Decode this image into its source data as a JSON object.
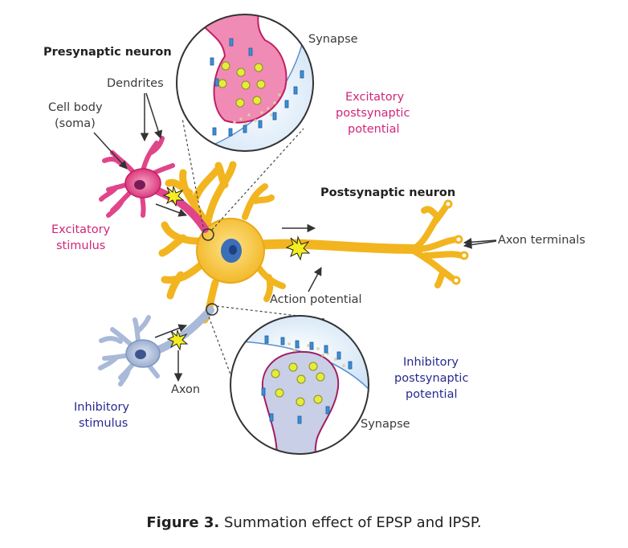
{
  "labels": {
    "presynaptic_neuron": "Presynaptic neuron",
    "dendrites": "Dendrites",
    "cell_body_line1": "Cell body",
    "cell_body_line2": "(soma)",
    "excitatory_stimulus_line1": "Excitatory",
    "excitatory_stimulus_line2": "stimulus",
    "synapse_top": "Synapse",
    "epsp_line1": "Excitatory",
    "epsp_line2": "postsynaptic",
    "epsp_line3": "potential",
    "postsynaptic_neuron": "Postsynaptic neuron",
    "axon_terminals": "Axon terminals",
    "action_potential": "Action potential",
    "axon": "Axon",
    "inhibitory_stimulus_line1": "Inhibitory",
    "inhibitory_stimulus_line2": "stimulus",
    "ipsp_line1": "Inhibitory",
    "ipsp_line2": "postsynaptic",
    "ipsp_line3": "potential",
    "synapse_bottom": "Synapse"
  },
  "caption": {
    "number": "Figure 3.",
    "text": "Summation effect of EPSP and IPSP."
  },
  "colors": {
    "excitatory": "#d0267a",
    "inhibitory": "#27298f",
    "postsynaptic_body": "#f7c948",
    "presynaptic_body": "#e0458a",
    "inhibitory_body": "#a9b9d8",
    "spark": "#f4ee21",
    "receptor": "#3d8fd6"
  }
}
